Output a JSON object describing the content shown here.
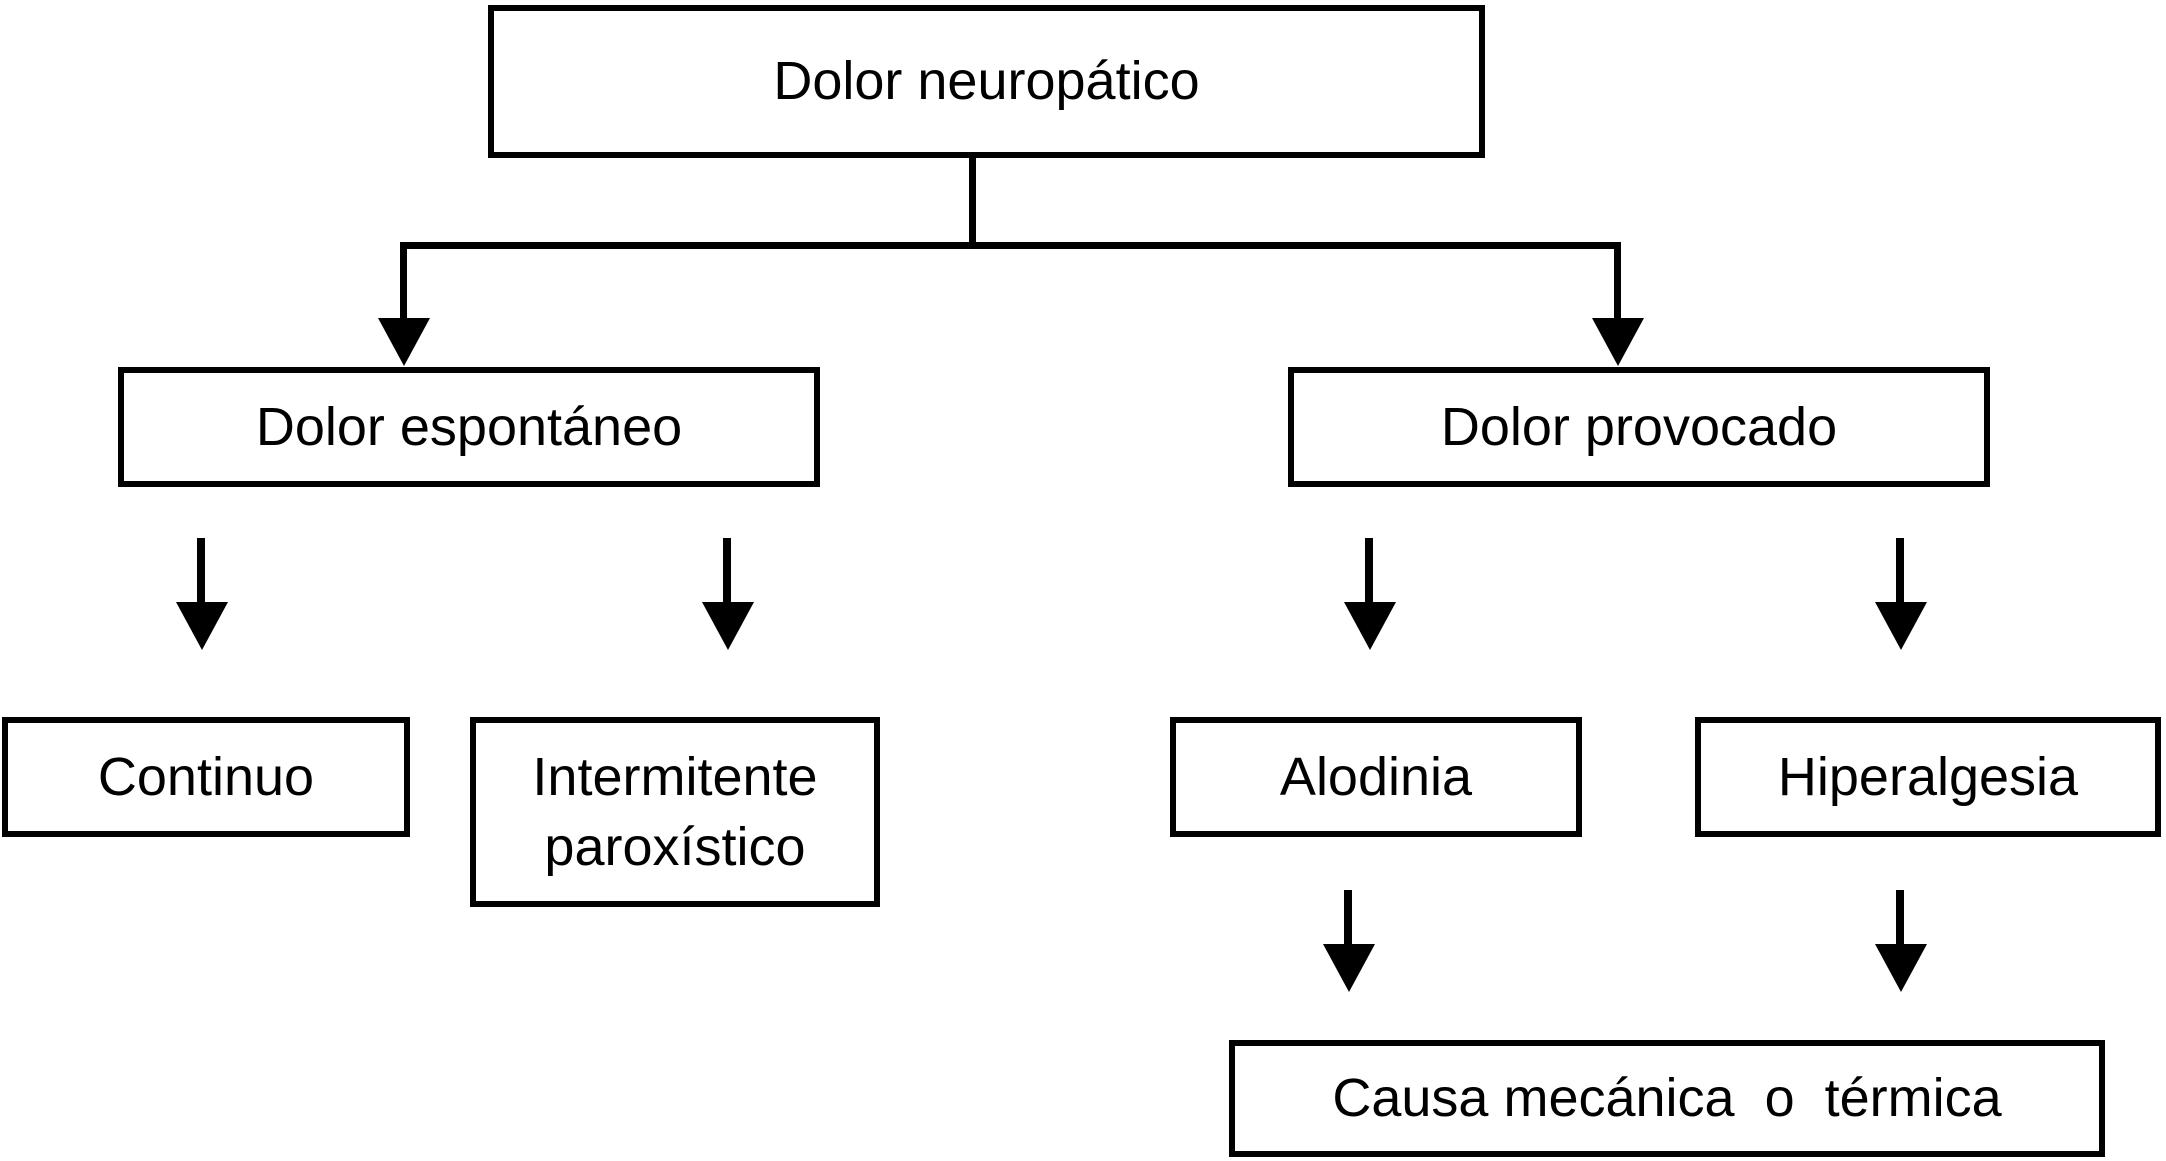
{
  "diagram": {
    "language": "es",
    "nodes": {
      "root": {
        "label": "Dolor neuropático"
      },
      "espontaneo": {
        "label": "Dolor espontáneo"
      },
      "provocado": {
        "label": "Dolor provocado"
      },
      "continuo": {
        "label": "Continuo"
      },
      "intermitente": {
        "label": "Intermitente\nparoxístico"
      },
      "alodinia": {
        "label": "Alodinia"
      },
      "hiperalgesia": {
        "label": "Hiperalgesia"
      },
      "causa": {
        "label": "Causa mecánica  o  térmica"
      }
    },
    "edges": [
      {
        "from": "Dolor neuropático",
        "to": "Dolor espontáneo"
      },
      {
        "from": "Dolor neuropático",
        "to": "Dolor provocado"
      },
      {
        "from": "Dolor espontáneo",
        "to": "Continuo"
      },
      {
        "from": "Dolor espontáneo",
        "to": "Intermitente paroxístico"
      },
      {
        "from": "Dolor provocado",
        "to": "Alodinia"
      },
      {
        "from": "Dolor provocado",
        "to": "Hiperalgesia"
      },
      {
        "from": "Alodinia",
        "to": "Causa mecánica o térmica"
      },
      {
        "from": "Hiperalgesia",
        "to": "Causa mecánica o térmica"
      }
    ],
    "colors": {
      "line": "#000000",
      "text": "#000000",
      "background": "#ffffff"
    }
  }
}
